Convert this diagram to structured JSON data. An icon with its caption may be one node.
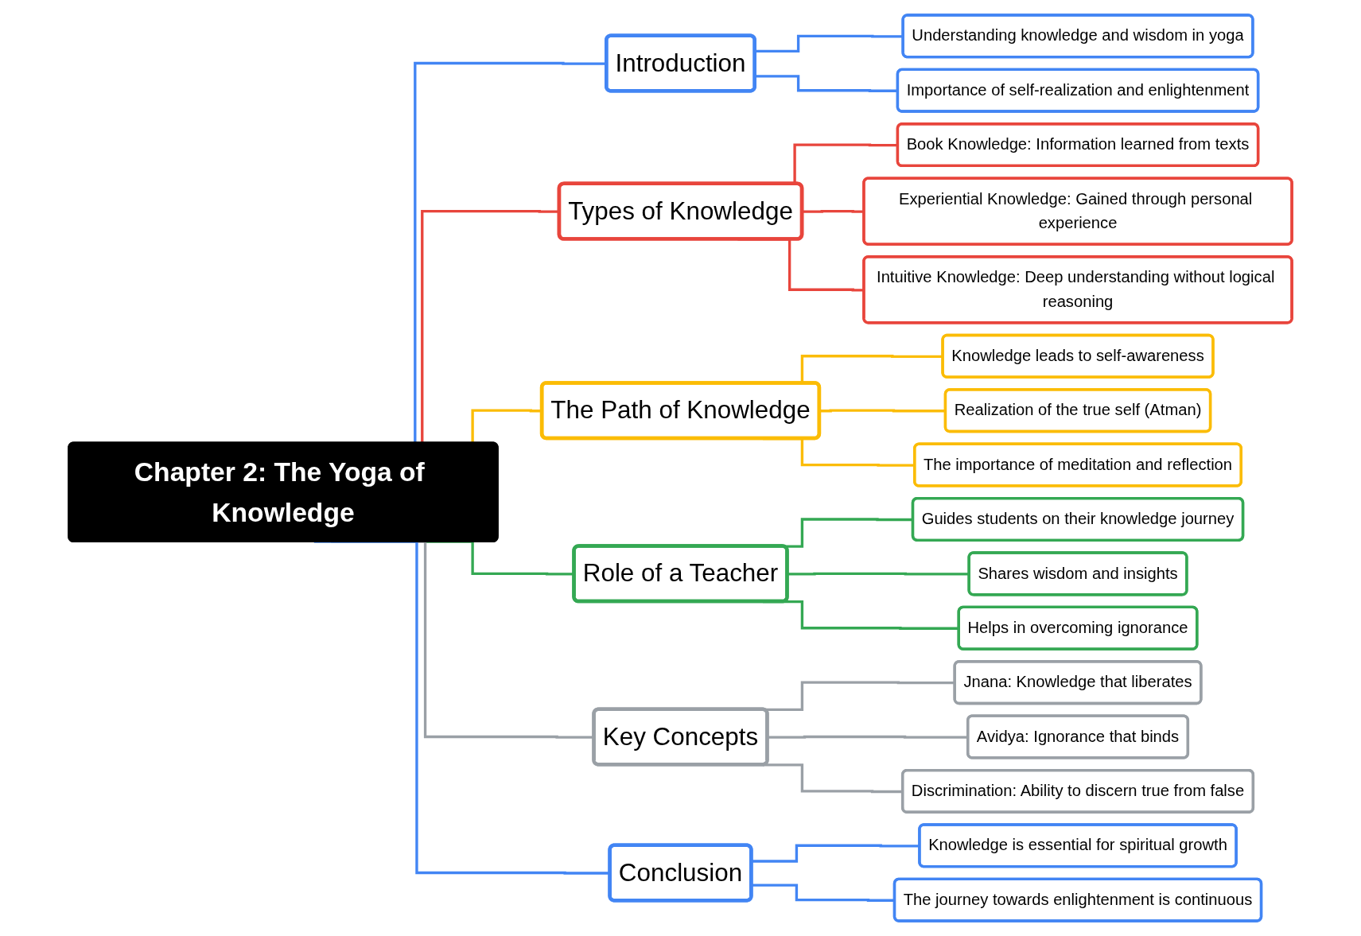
{
  "diagram": {
    "nodes": [
      {
        "text": [
          "Chapter 2: The Yoga of Knowledge"
        ]
      },
      {
        "text": [
          "Introduction"
        ]
      },
      {
        "text": [
          "Understanding knowledge and wisdom in yoga"
        ]
      },
      {
        "text": [
          "Importance of self-realization and enlightenment"
        ]
      },
      {
        "text": [
          "Types of Knowledge"
        ]
      },
      {
        "text": [
          "Book Knowledge: Information learned from texts"
        ]
      },
      {
        "text": [
          "Experiential Knowledge: Gained through personal experience"
        ]
      },
      {
        "text": [
          "Intuitive Knowledge: Deep understanding without logical reasoning"
        ]
      },
      {
        "text": [
          "The Path of Knowledge"
        ]
      },
      {
        "text": [
          "Knowledge leads to self-awareness"
        ]
      },
      {
        "text": [
          "Realization of the true self (Atman)"
        ]
      },
      {
        "text": [
          "The importance of meditation and reflection"
        ]
      },
      {
        "text": [
          "Role of a Teacher"
        ]
      },
      {
        "text": [
          "Guides students on their knowledge journey"
        ]
      },
      {
        "text": [
          "Shares wisdom and insights"
        ]
      },
      {
        "text": [
          "Helps in overcoming ignorance"
        ]
      },
      {
        "text": [
          "Key Concepts"
        ]
      },
      {
        "text": [
          "Jnana: Knowledge that liberates"
        ]
      },
      {
        "text": [
          "Avidya: Ignorance that binds"
        ]
      },
      {
        "text": [
          "Discrimination: Ability to discern true from false"
        ]
      },
      {
        "text": [
          "Conclusion"
        ]
      },
      {
        "text": [
          "Knowledge is essential for spiritual growth"
        ]
      },
      {
        "text": [
          "The journey towards enlightenment is continuous"
        ]
      }
    ],
    "edges": [
      {
        "from": 0,
        "to": 1,
        "arrow": "none"
      },
      {
        "from": 1,
        "to": 2,
        "arrow": "none"
      },
      {
        "from": 1,
        "to": 3,
        "arrow": "none"
      },
      {
        "from": 0,
        "to": 4,
        "arrow": "none",
        "color": "#e8453c"
      },
      {
        "from": 4,
        "to": 5,
        "arrow": "none",
        "color": "#e8453c"
      },
      {
        "from": 4,
        "to": 6,
        "arrow": "none",
        "color": "#e8453c"
      },
      {
        "from": 4,
        "to": 7,
        "arrow": "none",
        "color": "#e8453c"
      },
      {
        "from": 0,
        "to": 8,
        "arrow": "none",
        "color": "#fbbc05"
      },
      {
        "from": 8,
        "to": 9,
        "arrow": "none",
        "color": "#fbbc05"
      },
      {
        "from": 8,
        "to": 10,
        "arrow": "none",
        "color": "#fbbc05"
      },
      {
        "from": 8,
        "to": 11,
        "arrow": "none",
        "color": "#fbbc05"
      },
      {
        "from": 0,
        "to": 12,
        "arrow": "none",
        "color": "#34a853"
      },
      {
        "from": 12,
        "to": 13,
        "arrow": "none",
        "color": "#34a853"
      },
      {
        "from": 12,
        "to": 14,
        "arrow": "none",
        "color": "#34a853"
      },
      {
        "from": 12,
        "to": 15,
        "arrow": "none",
        "color": "#34a853"
      },
      {
        "from": 0,
        "to": 16,
        "arrow": "none",
        "color": "#9aa0a6"
      },
      {
        "from": 16,
        "to": 17,
        "arrow": "none",
        "color": "#9aa0a6"
      },
      {
        "from": 16,
        "to": 18,
        "arrow": "none",
        "color": "#9aa0a6"
      },
      {
        "from": 16,
        "to": 19,
        "arrow": "none",
        "color": "#9aa0a6"
      },
      {
        "from": 0,
        "to": 20,
        "arrow": "none"
      },
      {
        "from": 20,
        "to": 21,
        "arrow": "none"
      },
      {
        "from": 20,
        "to": 22,
        "arrow": "none"
      }
    ]
  }
}
